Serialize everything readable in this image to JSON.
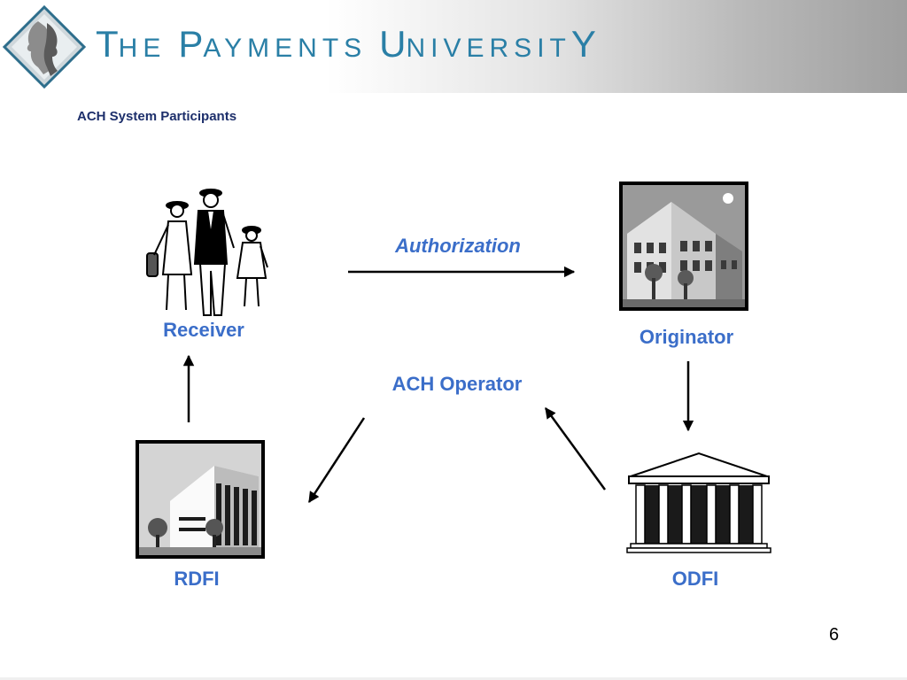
{
  "slide": {
    "title": "ACH System Participants",
    "page_number": "6"
  },
  "brand": {
    "words": [
      {
        "cap": "T",
        "rest": "HE"
      },
      {
        "cap": "P",
        "rest": "AYMENTS"
      },
      {
        "cap": "U",
        "rest": "NIVERSIT",
        "tail": "Y"
      }
    ],
    "color": "#2a7fa6"
  },
  "nodes": {
    "receiver": "Receiver",
    "originator": "Originator",
    "ach_operator": "ACH Operator",
    "rdfi": "RDFI",
    "odfi": "ODFI"
  },
  "edges": {
    "authorization": "Authorization"
  },
  "colors": {
    "label_blue": "#3b6ec9",
    "title_navy": "#1d2f6b"
  }
}
